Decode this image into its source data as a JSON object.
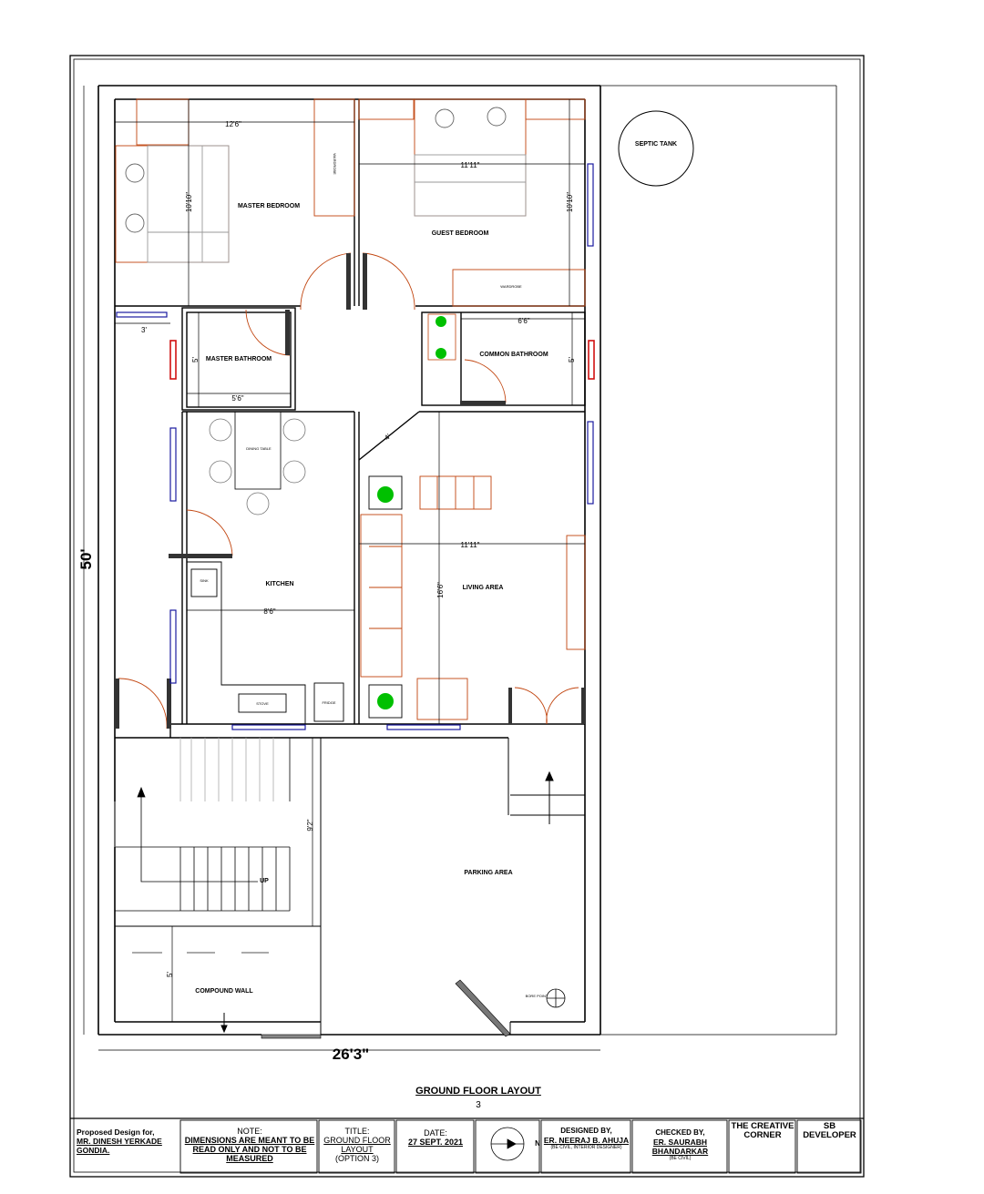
{
  "rooms": {
    "master_bedroom": "MASTER BEDROOM",
    "guest_bedroom": "GUEST BEDROOM",
    "master_bathroom": "MASTER BATHROOM",
    "common_bathroom": "COMMON BATHROOM",
    "dining_table": "DINING TABLE",
    "kitchen": "KITCHEN",
    "living_area": "LIVING AREA",
    "parking_area": "PARKING AREA",
    "compound_wall": "COMPOUND WALL",
    "septic_tank": "SEPTIC TANK",
    "wardrobe_1": "WARDROBE",
    "wardrobe_2": "WARDROBE",
    "sink": "SINK",
    "stove": "STOVE",
    "fridge": "FRIDGE",
    "bore_point": "BORE POINT",
    "up": "UP"
  },
  "dimensions": {
    "overall_height": "50'",
    "overall_width": "26'3\"",
    "master_bed_width": "12'6\"",
    "master_bed_depth": "10'10\"",
    "guest_bed_width": "11'11\"",
    "guest_bed_depth": "10'10\"",
    "passage_width": "3'",
    "master_bath_depth": "5'",
    "master_bath_width": "5'6\"",
    "common_bath_width": "6'6\"",
    "common_bath_depth": "5'",
    "living_width": "11'11\"",
    "living_depth": "16'6\"",
    "kitchen_width": "8'6\"",
    "parking_depth": "9'2\"",
    "front_depth": "5'",
    "living_diag": "4'"
  },
  "footer": {
    "title": "GROUND FLOOR LAYOUT",
    "sub": "3"
  },
  "title_block": {
    "proposed_label": "Proposed Design for,",
    "client_name": "MR. DINESH YERKADE",
    "client_city": "GONDIA.",
    "note_label": "NOTE:",
    "note_text": "DIMENSIONS ARE MEANT TO BE READ ONLY AND NOT TO BE MEASURED",
    "title_label": "TITLE:",
    "title_line1": "GROUND FLOOR",
    "title_line2": "LAYOUT",
    "title_line3": "(OPTION 3)",
    "date_label": "DATE:",
    "date_value": "27 SEPT. 2021",
    "north": "N",
    "designed_label": "DESIGNED BY,",
    "designer": "ER. NEERAJ B. AHUJA",
    "designer_cred": "(BE CIVIL, INTERIOR DESIGNER)",
    "checked_label": "CHECKED BY,",
    "checker_1": "ER. SAURABH",
    "checker_2": "BHANDARKAR",
    "checker_cred": "(BE CIVIL)",
    "firm1_1": "THE CREATIVE",
    "firm1_2": "CORNER",
    "firm2_1": "SB",
    "firm2_2": "DEVELOPER"
  },
  "colors": {
    "furniture": "#c1440e",
    "window": "#1a1aa0",
    "plant": "#00c000",
    "door_red": "#d01010"
  }
}
